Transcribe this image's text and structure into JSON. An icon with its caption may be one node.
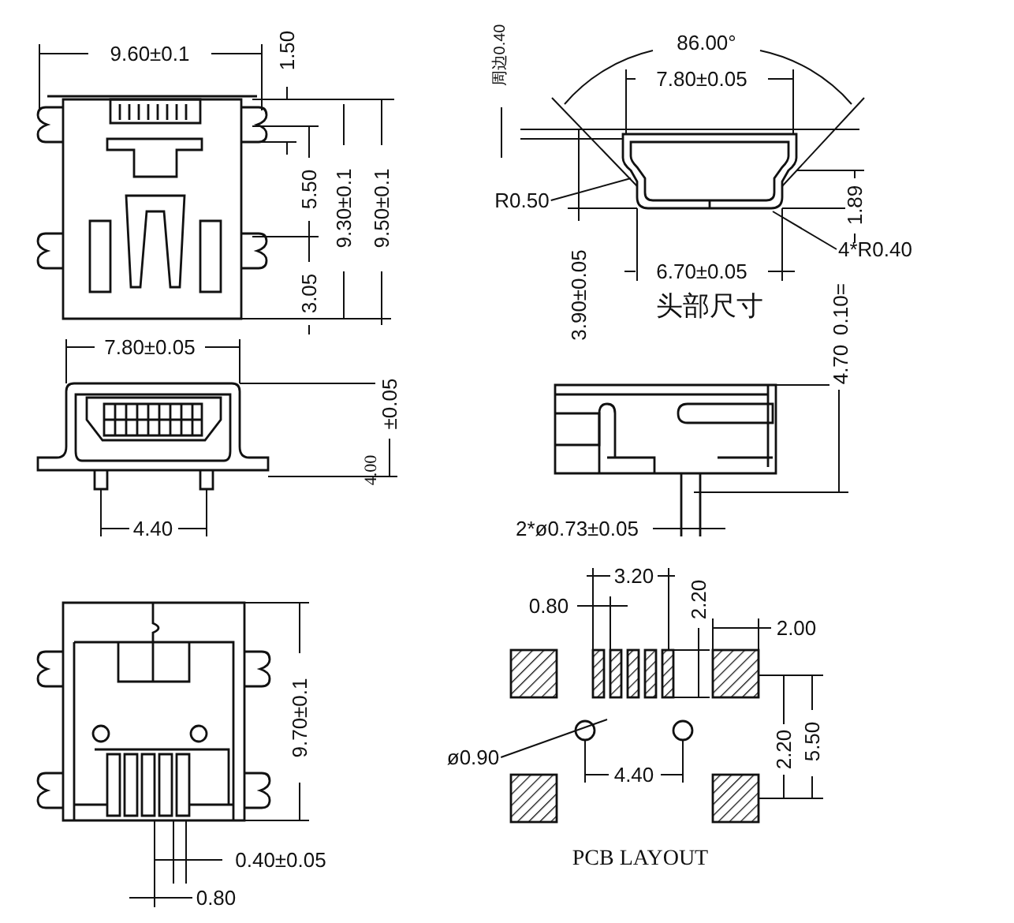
{
  "diagram": {
    "nodes": [
      {
        "text": [
          "R0.50"
        ]
      },
      {
        "text": [
          "4*R0.40"
        ]
      },
      {
        "text": [
          "ø0.90"
        ]
      }
    ],
    "edges": [
      {
        "from": 0,
        "to": null,
        "arrow": "none"
      },
      {
        "from": 1,
        "to": null,
        "arrow": "none"
      },
      {
        "from": 2,
        "to": null,
        "arrow": "none"
      }
    ],
    "labels": [
      "9.60±0.1",
      "1.50",
      "5.50",
      "3.05",
      "9.30±0.1",
      "9.50±0.1",
      "周边0.40",
      "86.00°",
      "7.80±0.05",
      "1.89",
      "6.70±0.05",
      "3.90±0.05",
      "头部尺寸",
      "0.10=",
      "4.70",
      "7.80±0.05",
      "±0.05",
      "4.00",
      "4.40",
      "2*ø0.73±0.05",
      "9.70±0.1",
      "0.40±0.05",
      "0.80",
      "3.20",
      "0.80",
      "2.20",
      "2.00",
      "4.40",
      "2.20",
      "5.50",
      "PCB LAYOUT"
    ]
  }
}
